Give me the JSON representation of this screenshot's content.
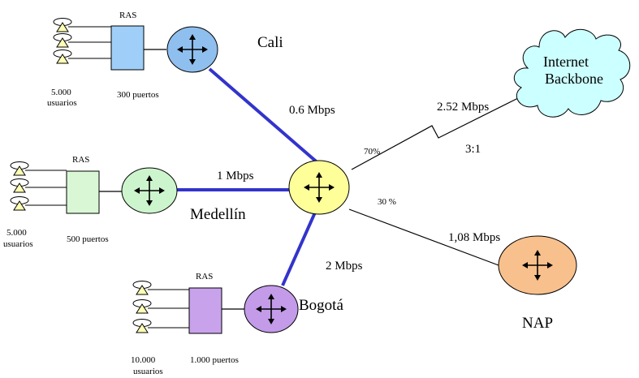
{
  "colors": {
    "cali": "#8fbfee",
    "medellin": "#cdf5cd",
    "bogota": "#c39be8",
    "core": "#ffff99",
    "nap": "#f8c08c",
    "cloud": "#ccffff",
    "link_heavy": "#3333cc",
    "ras_cali": "#9fcff8",
    "ras_medellin": "#d9f7d5",
    "ras_bogota": "#c9a2ec",
    "modem": "#ffffb3"
  },
  "sites": {
    "cali": {
      "name": "Cali",
      "ras_label": "RAS",
      "users": [
        "5.000",
        "usuarios"
      ],
      "ports": "300 puertos"
    },
    "medellin": {
      "name": "Medellín",
      "ras_label": "RAS",
      "users": [
        "5.000",
        "usuarios"
      ],
      "ports": "500 puertos"
    },
    "bogota": {
      "name": "Bogotá",
      "ras_label": "RAS",
      "users": [
        "10.000",
        "usuarios"
      ],
      "ports": "1.000 puertos"
    }
  },
  "links": {
    "cali_core": "0.6 Mbps",
    "medellin_core": "1 Mbps",
    "bogota_core": "2 Mbps",
    "core_internet": "2.52 Mbps",
    "core_nap": "1,08 Mbps",
    "internet_share": "70%",
    "nap_share": "30 %",
    "oversubscription": "3:1"
  },
  "internet": {
    "line1": "Internet",
    "line2": "Backbone"
  },
  "nap": {
    "name": "NAP"
  },
  "icons": [
    "modem-icon",
    "ras-box",
    "router-icon",
    "cloud-icon"
  ]
}
